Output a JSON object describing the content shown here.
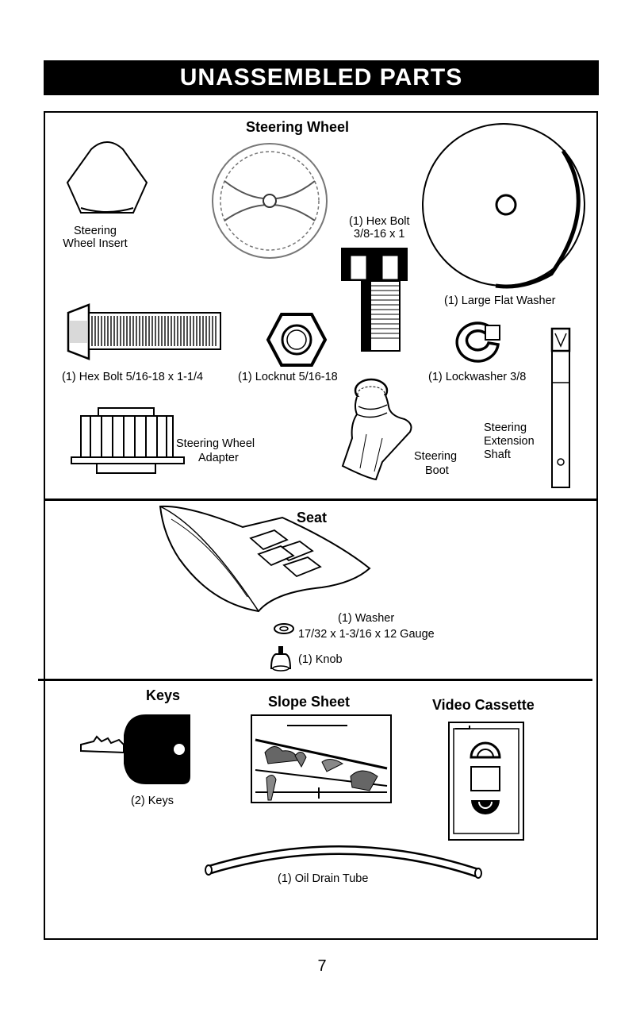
{
  "banner": {
    "title": "UNASSEMBLED PARTS"
  },
  "steering_section": {
    "heading": "Steering Wheel",
    "insert_label_1": "Steering",
    "insert_label_2": "Wheel Insert",
    "hex_bolt_large_1": "(1) Hex Bolt",
    "hex_bolt_large_2": "3/8-16 x 1",
    "large_flat_washer": "(1) Large Flat Washer",
    "hex_bolt_small": "(1) Hex Bolt  5/16-18 x 1-1/4",
    "locknut": "(1) Locknut  5/16-18",
    "lockwasher": "(1) Lockwasher  3/8",
    "adapter_1": "Steering Wheel",
    "adapter_2": "Adapter",
    "boot_1": "Steering",
    "boot_2": "Boot",
    "shaft_1": "Steering",
    "shaft_2": "Extension",
    "shaft_3": "Shaft"
  },
  "seat_section": {
    "heading": "Seat",
    "washer_1": "(1) Washer",
    "washer_2": "17/32 x 1-3/16 x 12 Gauge",
    "knob": "(1) Knob"
  },
  "misc_section": {
    "keys_heading": "Keys",
    "keys_label": "(2) Keys",
    "slope_heading": "Slope Sheet",
    "video_heading": "Video Cassette",
    "drain_tube": "(1) Oil Drain Tube"
  },
  "footer": {
    "page_number": "7"
  }
}
